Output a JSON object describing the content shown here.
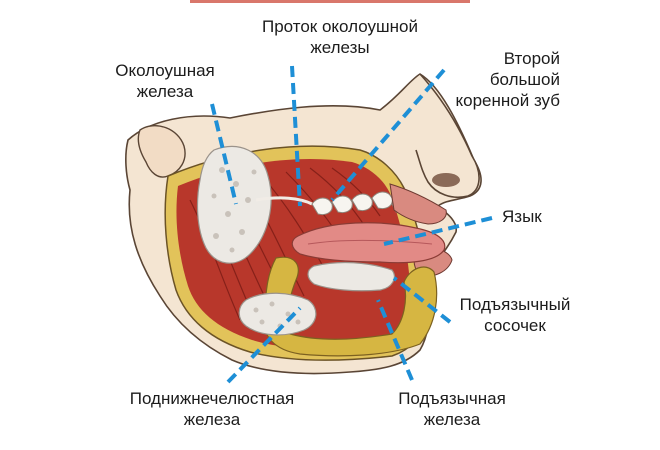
{
  "labels": {
    "parotid_duct": "Проток околоушной\nжелезы",
    "parotid_gland": "Околоушная\nжелеза",
    "second_molar": "Второй\nбольшой\nкоренной зуб",
    "tongue": "Язык",
    "sublingual_papilla": "Подъязычный\nсосочек",
    "submandibular_gland": "Поднижнечелюстная\nжелеза",
    "sublingual_gland": "Подъязычная\nжелеза"
  },
  "colors": {
    "leader_line": "#1e8fd6",
    "top_rule": "#d9776b",
    "muscle": "#b8372b",
    "gland": "#ece9e4",
    "skin": "#f3e3cf",
    "bone": "#d6b642",
    "tongue": "#e28a86"
  }
}
